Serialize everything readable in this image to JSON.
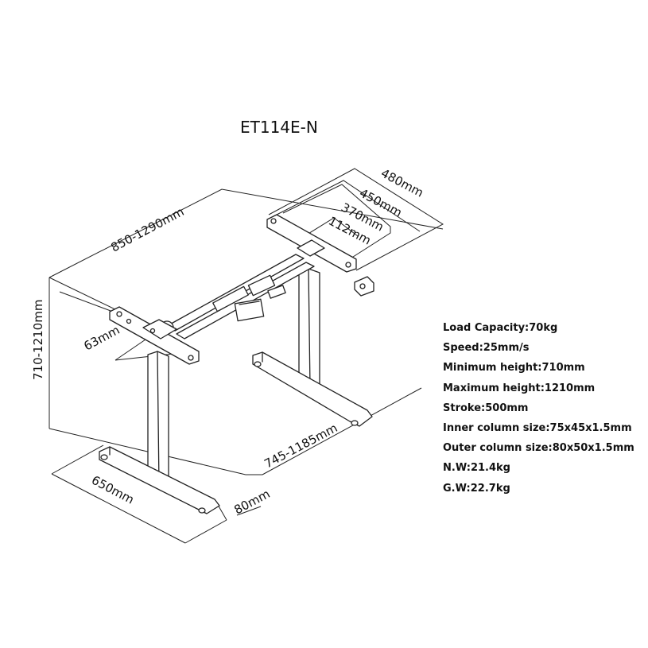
{
  "title": "ET114E-N",
  "dimensions": {
    "width_range": "850-1290mm",
    "height_range": "710-1210mm",
    "foot_length": "650mm",
    "foot_width": "80mm",
    "crossbar_offset": "63mm",
    "leg_spacing": "745-1185mm",
    "bracket_480": "480mm",
    "bracket_450": "450mm",
    "bracket_370": "370mm",
    "bracket_112": "112mm"
  },
  "specs": [
    "Load Capacity:70kg",
    "Speed:25mm/s",
    "Minimum height:710mm",
    "Maximum height:1210mm",
    "Stroke:500mm",
    "Inner column size:75x45x1.5mm",
    "Outer column size:80x50x1.5mm",
    "N.W:21.4kg",
    "G.W:22.7kg"
  ]
}
